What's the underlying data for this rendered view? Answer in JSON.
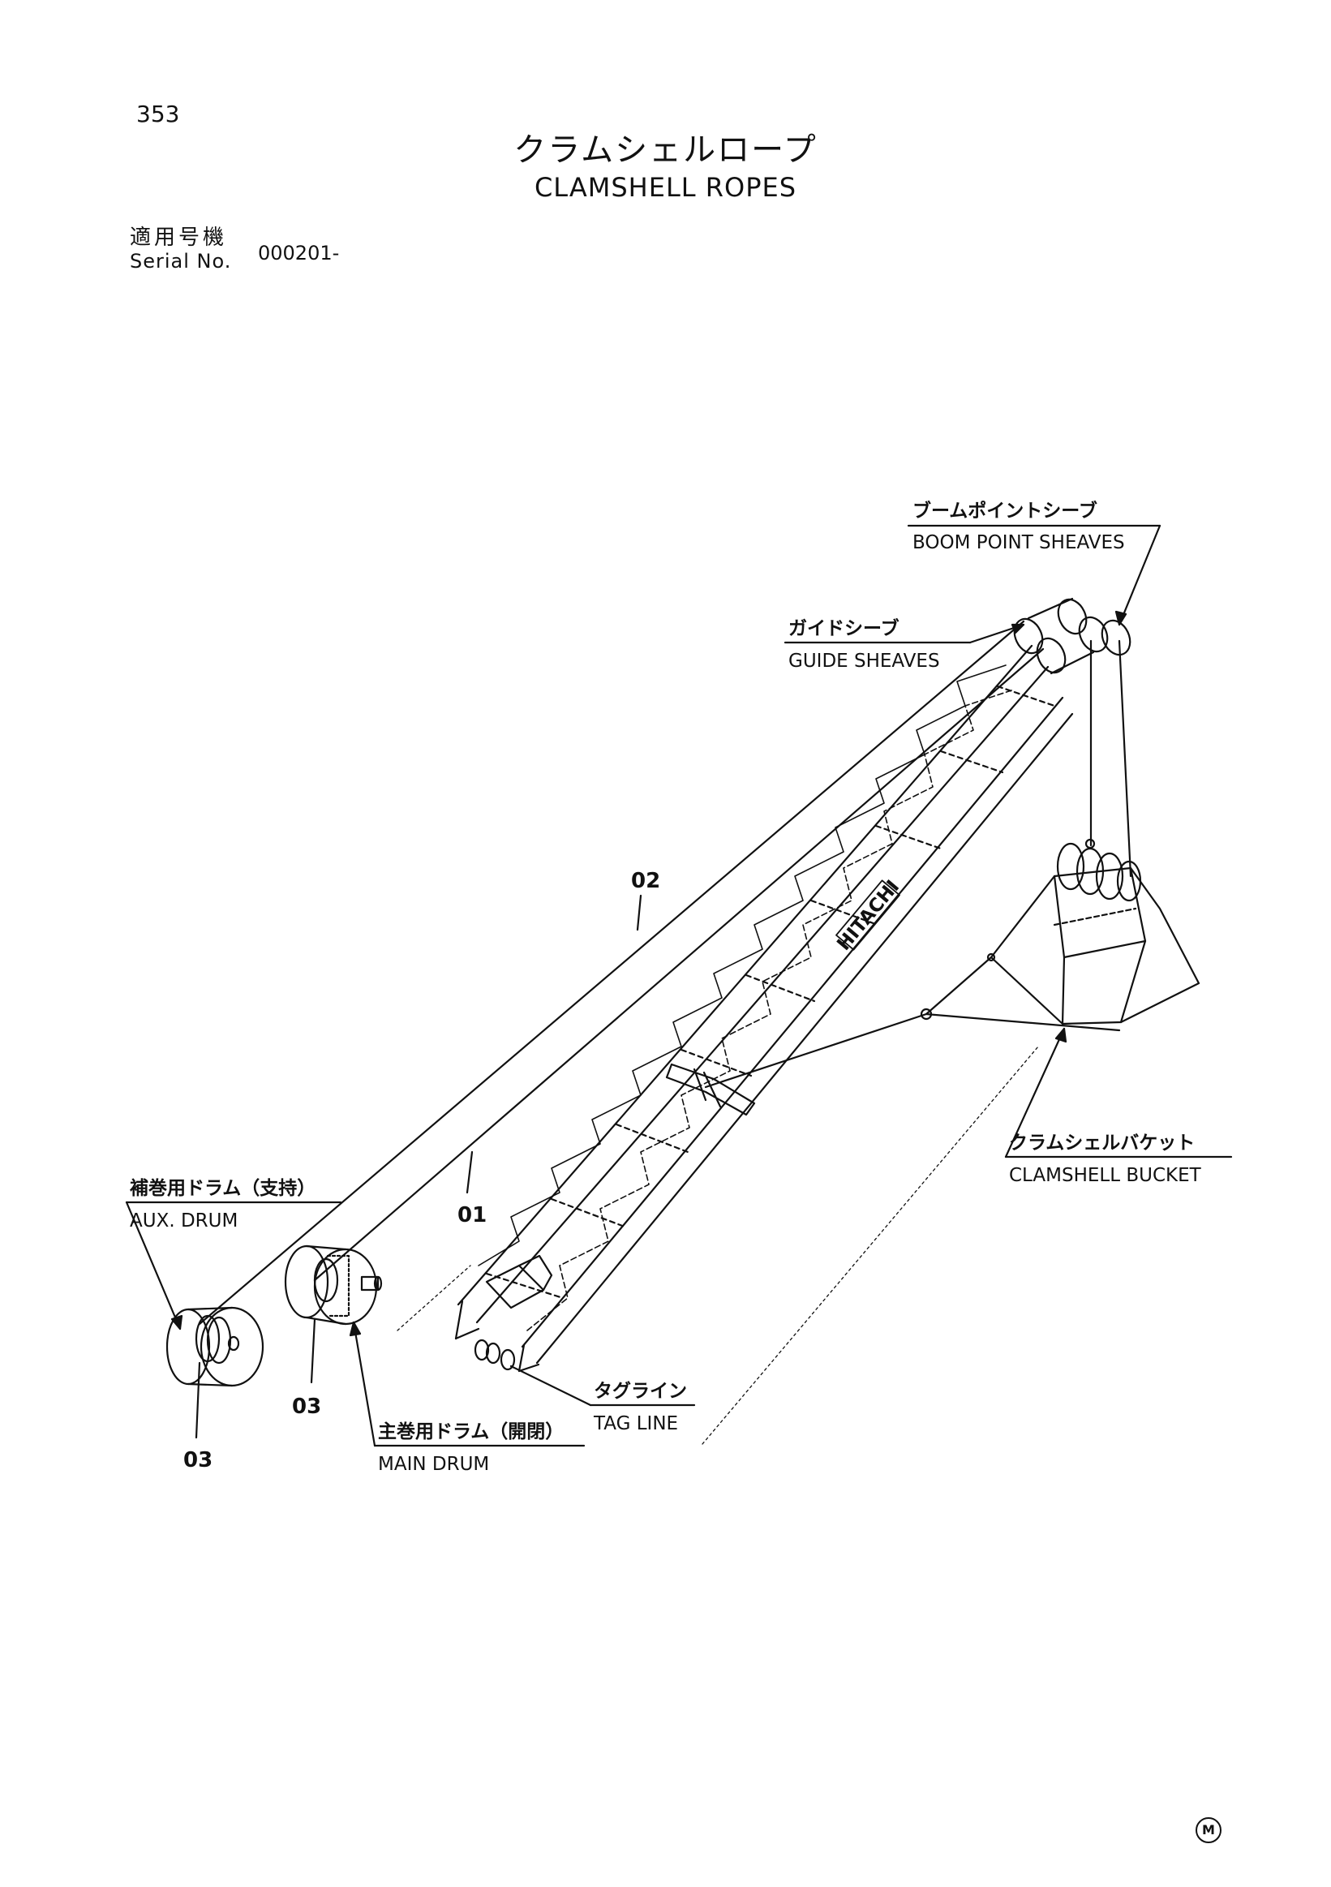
{
  "header": {
    "page_number": "353",
    "title_jp": "クラムシェルロープ",
    "title_en": "CLAMSHELL ROPES",
    "serial_label_jp": "適用号機",
    "serial_label_en": "Serial No.",
    "serial_value": "000201-"
  },
  "labels": {
    "boom_point_sheaves_jp": "ブームポイントシーブ",
    "boom_point_sheaves_en": "BOOM POINT SHEAVES",
    "guide_sheaves_jp": "ガイドシーブ",
    "guide_sheaves_en": "GUIDE SHEAVES",
    "clamshell_bucket_jp": "クラムシェルバケット",
    "clamshell_bucket_en": "CLAMSHELL BUCKET",
    "aux_drum_jp": "補巻用ドラム（支持）",
    "aux_drum_en": "AUX. DRUM",
    "main_drum_jp": "主巻用ドラム（開閉）",
    "main_drum_en": "MAIN DRUM",
    "tag_line_jp": "タグライン",
    "tag_line_en": "TAG LINE",
    "boom_logo": "HITACHI"
  },
  "part_numbers": {
    "rope_02": "02",
    "rope_01": "01",
    "drum_main_03": "03",
    "drum_aux_03": "03"
  },
  "footer": {
    "mark": "M"
  }
}
